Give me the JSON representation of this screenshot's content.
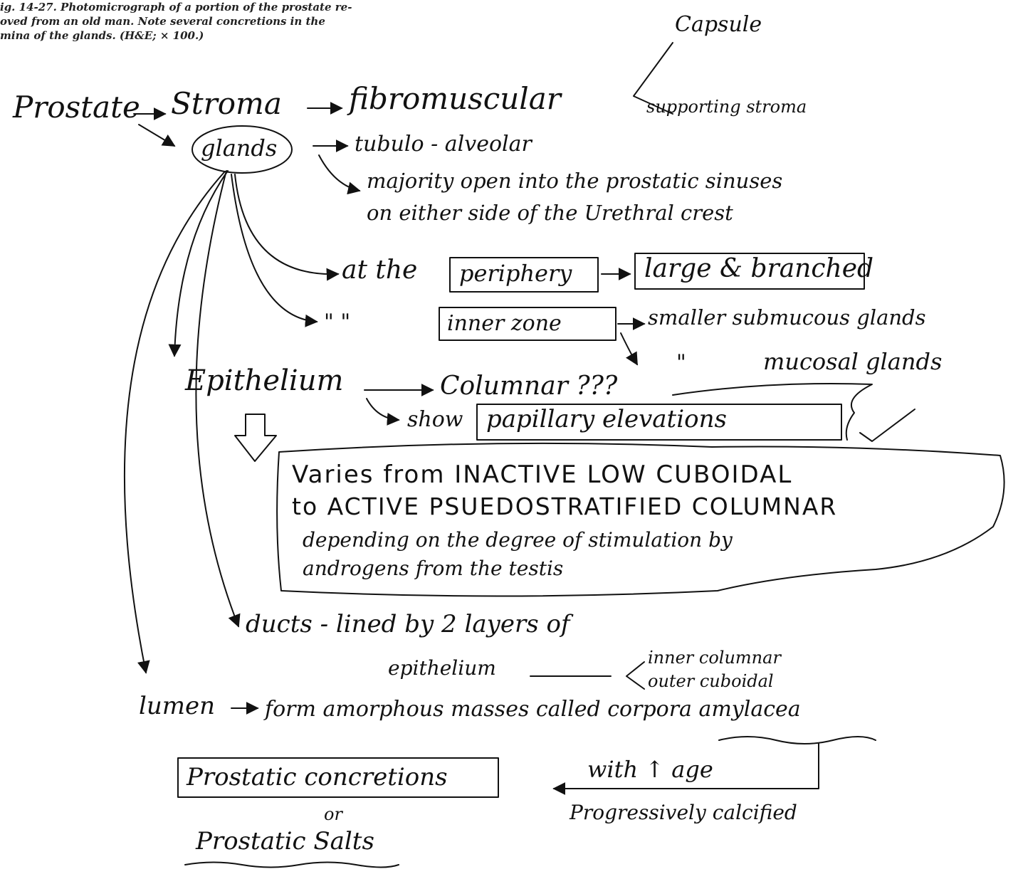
{
  "caption": {
    "line1": "ig. 14-27. Photomicrograph of a portion of the prostate re-",
    "line2": "oved from an old man. Note several concretions in the",
    "line3": "mina of the glands. (H&E; × 100.)"
  },
  "notes": {
    "capsule": "Capsule",
    "prostate": "Prostate",
    "stroma": "Stroma",
    "fibromuscular": "fibromuscular",
    "supporting_stroma": "supporting stroma",
    "glands": "glands",
    "tubulo_alveolar": "tubulo - alveolar",
    "majority_open_1": "majority open into the prostatic sinuses",
    "majority_open_2": "on either side of the Urethral crest",
    "at_the": "at the",
    "periphery": "periphery",
    "large_branched": "large & branched",
    "ditto_marks": "\"   \"",
    "inner_zone": "inner zone",
    "smaller_submucous": "smaller submucous glands",
    "ditto_single": "\"",
    "mucosal_glands": "mucosal glands",
    "epithelium": "Epithelium",
    "columnar": "Columnar ???",
    "show": "show",
    "papillary_elevations": "papillary elevations",
    "varies_1": "Varies from INACTIVE LOW CUBOIDAL",
    "varies_2": "to ACTIVE PSUEDOSTRATIFIED COLUMNAR",
    "varies_3": "depending on the degree of stimulation by",
    "varies_4": "androgens from the testis",
    "ducts": "ducts - lined by 2 layers of",
    "epithelium_2": "epithelium",
    "inner_columnar": "inner columnar",
    "outer_cuboidal": "outer cuboidal",
    "lumen": "lumen",
    "form_amorphous": "form amorphous masses called corpora amylacea",
    "prostatic_concretions": "Prostatic concretions",
    "or": "or",
    "prostatic_salts": "Prostatic Salts",
    "with_age": "with ↑ age",
    "progressively_calcified": "Progressively calcified"
  }
}
